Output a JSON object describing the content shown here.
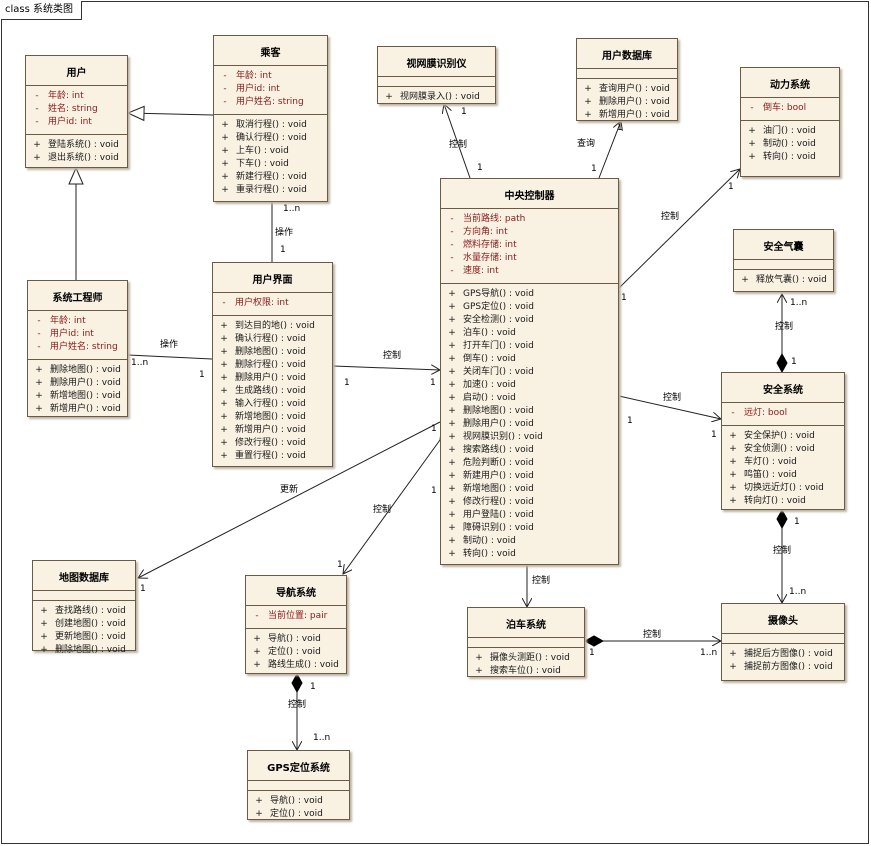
{
  "frame": {
    "title": "class 系统类图"
  },
  "classes": {
    "user": {
      "name": "用户",
      "attributes": [
        {
          "vis": "-",
          "text": "年龄: int"
        },
        {
          "vis": "-",
          "text": "姓名: string"
        },
        {
          "vis": "-",
          "text": "用户id: int"
        }
      ],
      "operations": [
        {
          "vis": "+",
          "text": "登陆系统() : void"
        },
        {
          "vis": "+",
          "text": "退出系统() : void"
        }
      ]
    },
    "passenger": {
      "name": "乘客",
      "attributes": [
        {
          "vis": "-",
          "text": "年龄: int"
        },
        {
          "vis": "-",
          "text": "用户id: int"
        },
        {
          "vis": "-",
          "text": "用户姓名: string"
        }
      ],
      "operations": [
        {
          "vis": "+",
          "text": "取消行程() : void"
        },
        {
          "vis": "+",
          "text": "确认行程() : void"
        },
        {
          "vis": "+",
          "text": "上车() : void"
        },
        {
          "vis": "+",
          "text": "下车() : void"
        },
        {
          "vis": "+",
          "text": "新建行程() : void"
        },
        {
          "vis": "+",
          "text": "重录行程() : void"
        }
      ]
    },
    "retina": {
      "name": "视网膜识别仪",
      "attributes": [],
      "operations": [
        {
          "vis": "+",
          "text": "视网膜录入() : void"
        }
      ]
    },
    "userdb": {
      "name": "用户数据库",
      "attributes": [],
      "operations": [
        {
          "vis": "+",
          "text": "查询用户() : void"
        },
        {
          "vis": "+",
          "text": "删除用户() : void"
        },
        {
          "vis": "+",
          "text": "新增用户() : void"
        }
      ]
    },
    "power": {
      "name": "动力系统",
      "attributes": [
        {
          "vis": "-",
          "text": "倒车: bool"
        }
      ],
      "operations": [
        {
          "vis": "+",
          "text": "油门() : void"
        },
        {
          "vis": "+",
          "text": "制动() : void"
        },
        {
          "vis": "+",
          "text": "转向() : void"
        }
      ]
    },
    "airbag": {
      "name": "安全气囊",
      "attributes": [],
      "operations": [
        {
          "vis": "+",
          "text": "释放气囊() : void"
        }
      ]
    },
    "engineer": {
      "name": "系统工程师",
      "attributes": [
        {
          "vis": "-",
          "text": "年龄: int"
        },
        {
          "vis": "-",
          "text": "用户id: int"
        },
        {
          "vis": "-",
          "text": "用户姓名: string"
        }
      ],
      "operations": [
        {
          "vis": "+",
          "text": "删除地图() : void"
        },
        {
          "vis": "+",
          "text": "删除用户() : void"
        },
        {
          "vis": "+",
          "text": "新增地图() : void"
        },
        {
          "vis": "+",
          "text": "新增用户() : void"
        }
      ]
    },
    "ui": {
      "name": "用户界面",
      "attributes": [
        {
          "vis": "-",
          "text": "用户权限: int"
        }
      ],
      "operations": [
        {
          "vis": "+",
          "text": "到达目的地() : void"
        },
        {
          "vis": "+",
          "text": "确认行程() : void"
        },
        {
          "vis": "+",
          "text": "删除地图() : void"
        },
        {
          "vis": "+",
          "text": "删除行程() : void"
        },
        {
          "vis": "+",
          "text": "删除用户() : void"
        },
        {
          "vis": "+",
          "text": "生成路线() : void"
        },
        {
          "vis": "+",
          "text": "输入行程() : void"
        },
        {
          "vis": "+",
          "text": "新增地图() : void"
        },
        {
          "vis": "+",
          "text": "新增用户() : void"
        },
        {
          "vis": "+",
          "text": "修改行程() : void"
        },
        {
          "vis": "+",
          "text": "重置行程() : void"
        }
      ]
    },
    "central": {
      "name": "中央控制器",
      "attributes": [
        {
          "vis": "-",
          "text": "当前路线: path"
        },
        {
          "vis": "-",
          "text": "方向角: int"
        },
        {
          "vis": "-",
          "text": "燃料存储: int"
        },
        {
          "vis": "-",
          "text": "水量存储: int"
        },
        {
          "vis": "-",
          "text": "速度: int"
        }
      ],
      "operations": [
        {
          "vis": "+",
          "text": "GPS导航() : void"
        },
        {
          "vis": "+",
          "text": "GPS定位() : void"
        },
        {
          "vis": "+",
          "text": "安全检测() : void"
        },
        {
          "vis": "+",
          "text": "泊车() : void"
        },
        {
          "vis": "+",
          "text": "打开车门() : void"
        },
        {
          "vis": "+",
          "text": "倒车() : void"
        },
        {
          "vis": "+",
          "text": "关闭车门() : void"
        },
        {
          "vis": "+",
          "text": "加速() : void"
        },
        {
          "vis": "+",
          "text": "启动() : void"
        },
        {
          "vis": "+",
          "text": "删除地图() : void"
        },
        {
          "vis": "+",
          "text": "删除用户() : void"
        },
        {
          "vis": "+",
          "text": "视网膜识别() : void"
        },
        {
          "vis": "+",
          "text": "搜索路线() : void"
        },
        {
          "vis": "+",
          "text": "危险判断() : void"
        },
        {
          "vis": "+",
          "text": "新建用户() : void"
        },
        {
          "vis": "+",
          "text": "新增地图() : void"
        },
        {
          "vis": "+",
          "text": "修改行程() : void"
        },
        {
          "vis": "+",
          "text": "用户登陆() : void"
        },
        {
          "vis": "+",
          "text": "障碍识别() : void"
        },
        {
          "vis": "+",
          "text": "制动() : void"
        },
        {
          "vis": "+",
          "text": "转向() : void"
        }
      ]
    },
    "security": {
      "name": "安全系统",
      "attributes": [
        {
          "vis": "-",
          "text": "远灯: bool"
        }
      ],
      "operations": [
        {
          "vis": "+",
          "text": "安全保护() : void"
        },
        {
          "vis": "+",
          "text": "安全侦测() : void"
        },
        {
          "vis": "+",
          "text": "车灯() : void"
        },
        {
          "vis": "+",
          "text": "鸣笛() : void"
        },
        {
          "vis": "+",
          "text": "切换远近灯() : void"
        },
        {
          "vis": "+",
          "text": "转向灯() : void"
        }
      ]
    },
    "mapdb": {
      "name": "地图数据库",
      "attributes": [],
      "operations": [
        {
          "vis": "+",
          "text": "查找路线() : void"
        },
        {
          "vis": "+",
          "text": "创建地图() : void"
        },
        {
          "vis": "+",
          "text": "更新地图() : void"
        },
        {
          "vis": "+",
          "text": "删除地图() : void"
        }
      ]
    },
    "nav": {
      "name": "导航系统",
      "attributes": [
        {
          "vis": "-",
          "text": "当前位置: pair"
        }
      ],
      "operations": [
        {
          "vis": "+",
          "text": "导航() : void"
        },
        {
          "vis": "+",
          "text": "定位() : void"
        },
        {
          "vis": "+",
          "text": "路线生成() : void"
        }
      ]
    },
    "parking": {
      "name": "泊车系统",
      "attributes": [],
      "operations": [
        {
          "vis": "+",
          "text": "摄像头测距() : void"
        },
        {
          "vis": "+",
          "text": "搜索车位() : void"
        }
      ]
    },
    "camera": {
      "name": "摄像头",
      "attributes": [],
      "operations": [
        {
          "vis": "+",
          "text": "捕捉后方图像() : void"
        },
        {
          "vis": "+",
          "text": "捕捉前方图像() : void"
        }
      ]
    },
    "gps": {
      "name": "GPS定位系统",
      "attributes": [],
      "operations": [
        {
          "vis": "+",
          "text": "导航() : void"
        },
        {
          "vis": "+",
          "text": "定位() : void"
        }
      ]
    }
  },
  "labels": [
    {
      "id": "l-op1",
      "text": "1..n"
    },
    {
      "id": "l-op2",
      "text": "操作"
    },
    {
      "id": "l-op3",
      "text": "1"
    },
    {
      "id": "l-ctl-retina",
      "text": "控制"
    },
    {
      "id": "l-ctl-retina-1a",
      "text": "1"
    },
    {
      "id": "l-ctl-retina-1b",
      "text": "1"
    },
    {
      "id": "l-query",
      "text": "查询"
    },
    {
      "id": "l-query-1a",
      "text": "1"
    },
    {
      "id": "l-query-1b",
      "text": "1"
    },
    {
      "id": "l-ctl-power",
      "text": "控制"
    },
    {
      "id": "l-ctl-power-1a",
      "text": "1"
    },
    {
      "id": "l-ctl-power-1b",
      "text": "1"
    },
    {
      "id": "l-ctl-airbag",
      "text": "控制"
    },
    {
      "id": "l-ctl-airbag-a",
      "text": "1..n"
    },
    {
      "id": "l-ctl-airbag-b",
      "text": "1"
    },
    {
      "id": "l-eng-op",
      "text": "操作"
    },
    {
      "id": "l-eng-op-a",
      "text": "1..n"
    },
    {
      "id": "l-eng-op-b",
      "text": "1"
    },
    {
      "id": "l-ui-ctl",
      "text": "控制"
    },
    {
      "id": "l-ui-ctl-a",
      "text": "1"
    },
    {
      "id": "l-ui-ctl-b",
      "text": "1"
    },
    {
      "id": "l-sec-ctl",
      "text": "控制"
    },
    {
      "id": "l-sec-ctl-a",
      "text": "1"
    },
    {
      "id": "l-sec-ctl-b",
      "text": "1"
    },
    {
      "id": "l-update",
      "text": "更新"
    },
    {
      "id": "l-update-a",
      "text": "1"
    },
    {
      "id": "l-update-b",
      "text": "1"
    },
    {
      "id": "l-nav-ctl",
      "text": "控制"
    },
    {
      "id": "l-nav-ctl-a",
      "text": "1"
    },
    {
      "id": "l-nav-ctl-b",
      "text": "1"
    },
    {
      "id": "l-park-ctl",
      "text": "控制"
    },
    {
      "id": "l-cam-ctl",
      "text": "控制"
    },
    {
      "id": "l-cam-ctl-a",
      "text": "1..n"
    },
    {
      "id": "l-cam-ctl-b",
      "text": "1"
    },
    {
      "id": "l-park-cam",
      "text": "控制"
    },
    {
      "id": "l-park-cam-a",
      "text": "1"
    },
    {
      "id": "l-park-cam-b",
      "text": "1..n"
    },
    {
      "id": "l-gps-ctl",
      "text": "控制"
    },
    {
      "id": "l-gps-ctl-a",
      "text": "1"
    },
    {
      "id": "l-gps-ctl-b",
      "text": "1..n"
    }
  ]
}
